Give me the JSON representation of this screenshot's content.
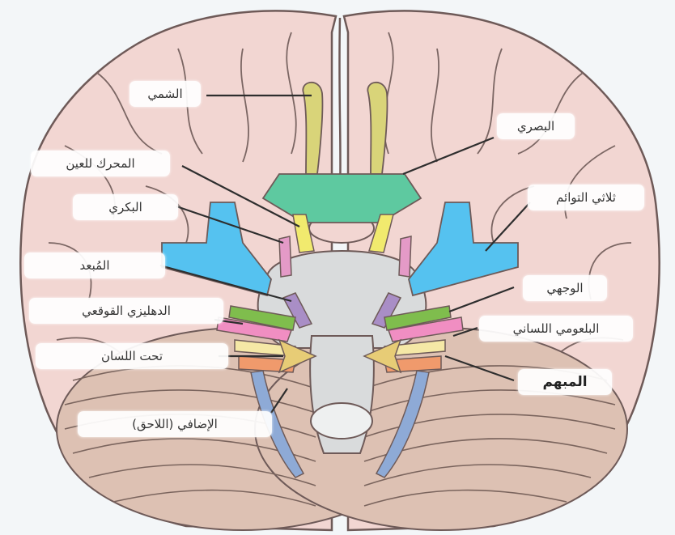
{
  "labels": {
    "olfactory": "الشمي",
    "optic": "البصري",
    "oculomotor": "المحرك للعين",
    "trigeminal": "ثلاثي التوائم",
    "trochlear": "البكري",
    "abducens": "المُبعد",
    "facial": "الوجهي",
    "vestibulocochlear": "الدهليزي القوقعي",
    "glossopharyngeal": "البلعومي اللساني",
    "hypoglossal": "تحت اللسان",
    "vagus": "المبهم",
    "accessory": "الإضافي (اللاحق)"
  },
  "colors": {
    "brain_fill": "#f2d6d2",
    "brain_stroke": "#6e5a58",
    "cerebellum_fill": "#ddc1b3",
    "stem_fill": "#d9dbdc",
    "olfactory": "#d9d479",
    "optic": "#5ec9a0",
    "oculomotor": "#f1ea6e",
    "trochlear": "#e49ac7",
    "trigeminal": "#55c2f0",
    "abducens": "#a98ec6",
    "facial": "#7fbd4d",
    "vestibulocochlear": "#f08ec2",
    "glossopharyngeal": "#f5e8a6",
    "vagus": "#f09a6c",
    "hypoglossal": "#e7cc76",
    "accessory": "#8eaad6"
  }
}
